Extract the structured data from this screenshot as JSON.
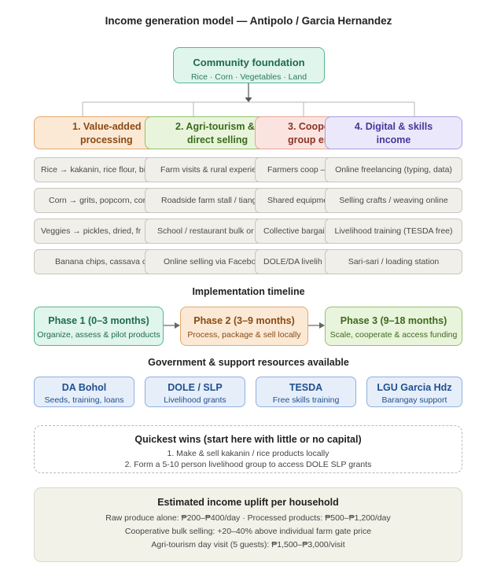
{
  "title": "Income generation model — Antipolo / Garcia Hernandez",
  "foundation": {
    "title": "Community foundation",
    "subtitle": "Rice · Corn · Vegetables · Land"
  },
  "columns": [
    {
      "heading_line1": "1. Value-added",
      "heading_line2": "processing",
      "items": [
        "Rice → kakanin, rice flour, bib",
        "Corn → grits, popcorn, cor",
        "Veggies → pickles, dried, fr",
        "Banana chips, cassava ca"
      ]
    },
    {
      "heading_line1": "2. Agri-tourism &",
      "heading_line2": "direct selling",
      "items": [
        "Farm visits & rural experie",
        "Roadside farm stall / tiang",
        "School / restaurant bulk or",
        "Online selling via Faceboo"
      ]
    },
    {
      "heading_line1": "3. Coope",
      "heading_line2": "group er",
      "items": [
        "Farmers coop –",
        "Shared equipme",
        "Collective bargai",
        "DOLE/DA livelih"
      ]
    },
    {
      "heading_line1": "4. Digital & skills",
      "heading_line2": "income",
      "items": [
        "Online freelancing (typing, data)",
        "Selling crafts / weaving online",
        "Livelihood training (TESDA free)",
        "Sari-sari / loading station"
      ]
    }
  ],
  "timeline": {
    "title": "Implementation timeline",
    "phases": [
      {
        "title": "Phase 1 (0–3 months)",
        "subtitle": "Organize, assess & pilot products"
      },
      {
        "title": "Phase 2 (3–9 months)",
        "subtitle": "Process, package & sell locally"
      },
      {
        "title": "Phase 3 (9–18 months)",
        "subtitle": "Scale, cooperate & access funding"
      }
    ]
  },
  "resources": {
    "title": "Government & support resources available",
    "items": [
      {
        "title": "DA Bohol",
        "subtitle": "Seeds, training, loans"
      },
      {
        "title": "DOLE / SLP",
        "subtitle": "Livelihood grants"
      },
      {
        "title": "TESDA",
        "subtitle": "Free skills training"
      },
      {
        "title": "LGU Garcia Hdz",
        "subtitle": "Barangay support"
      }
    ]
  },
  "quick_wins": {
    "title": "Quickest wins (start here with little or no capital)",
    "items": [
      "1. Make & sell kakanin / rice products locally",
      "2. Form a 5-10 person livelihood group to access DOLE SLP grants"
    ]
  },
  "uplift": {
    "title": "Estimated income uplift per household",
    "lines": [
      "Raw produce alone: ₱200–₱400/day · Processed products: ₱500–₱1,200/day",
      "Cooperative bulk selling: +20–40% above individual farm gate price",
      "Agri-tourism day visit (5 guests): ₱1,500–₱3,000/visit"
    ]
  }
}
